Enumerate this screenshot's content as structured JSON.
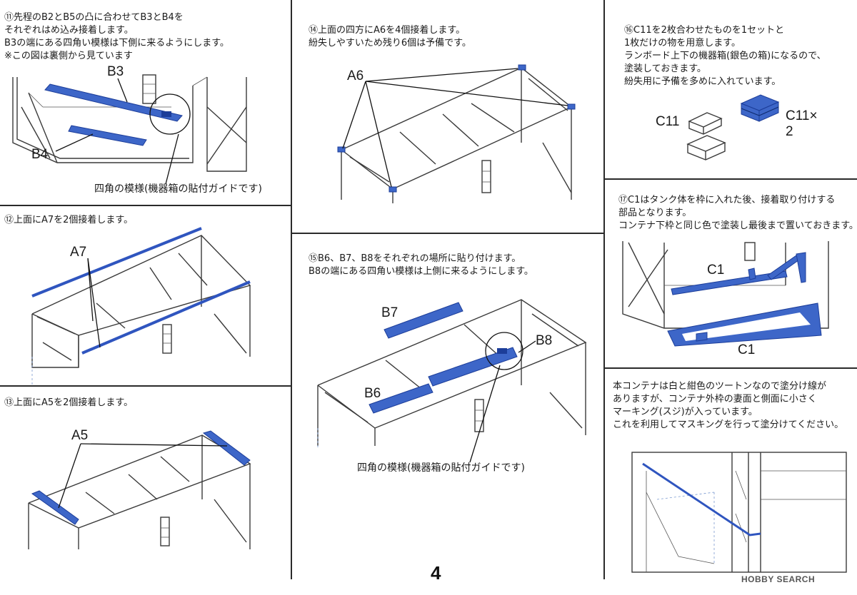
{
  "step11": {
    "lines": [
      "⑪先程のB2とB5の凸に合わせてB3とB4を",
      "それぞれはめ込み接着します。",
      "B3の端にある四角い模様は下側に来るようにします。",
      "※この図は裏側から見ています"
    ],
    "label_b3": "B3",
    "label_b4": "B4",
    "caption": "四角の模様(機器箱の貼付ガイドです)"
  },
  "step12": {
    "lines": [
      "⑫上面にA7を2個接着します。"
    ],
    "label": "A7"
  },
  "step13": {
    "lines": [
      "⑬上面にA5を2個接着します。"
    ],
    "label": "A5"
  },
  "step14": {
    "lines": [
      "⑭上面の四方にA6を4個接着します。",
      "紛失しやすいため残り6個は予備です。"
    ],
    "label": "A6"
  },
  "step15": {
    "lines": [
      "⑮B6、B7、B8をそれぞれの場所に貼り付けます。",
      "B8の端にある四角い模様は上側に来るようにします。"
    ],
    "label_b7": "B7",
    "label_b8": "B8",
    "label_b6": "B6",
    "caption": "四角の模様(機器箱の貼付ガイドです)"
  },
  "step16": {
    "lines": [
      "⑯C11を2枚合わせたものを1セットと",
      "1枚だけの物を用意します。",
      "ランボード上下の機器箱(銀色の箱)になるので、",
      "塗装しておきます。",
      "紛失用に予備を多めに入れています。"
    ],
    "label_c11": "C11",
    "label_c11x2": "C11× 2"
  },
  "step17": {
    "lines": [
      "⑰C1はタンク体を枠に入れた後、接着取り付けする",
      "部品となります。",
      "コンテナ下枠と同じ色で塗装し最後まで置いておきます。"
    ],
    "label_c1_top": "C1",
    "label_c1_bottom": "C1"
  },
  "note": {
    "lines": [
      "本コンテナは白と紺色のツートンなので塗分け線が",
      "ありますが、コンテナ外枠の妻面と側面に小さく",
      "マーキング(スジ)が入っています。",
      "これを利用してマスキングを行って塗分けてください。"
    ]
  },
  "page_number": "4",
  "watermark": "HOBBY SEARCH",
  "colors": {
    "part_blue": "#3d66c8",
    "line": "#2a2a2a"
  }
}
